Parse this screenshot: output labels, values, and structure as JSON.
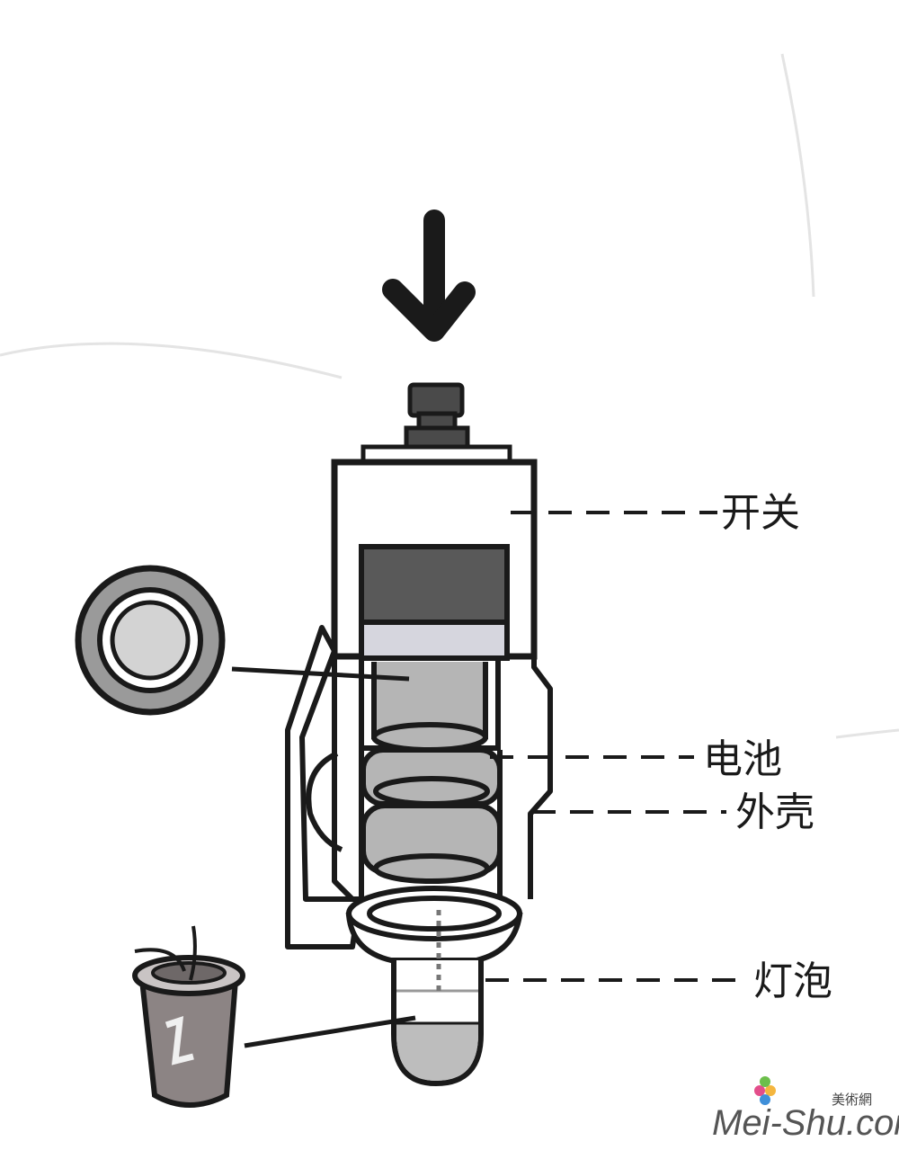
{
  "labels": {
    "switch": "开关",
    "battery": "电池",
    "shell": "外壳",
    "bulb": "灯泡"
  },
  "watermark": {
    "brand": "Mei-Shu.com",
    "chinese": "美術網"
  },
  "icons": [
    "down-arrow-icon",
    "flower-logo-icon"
  ],
  "colors": {
    "outline": "#1a1a1a",
    "switch_cap": "#4a4a4a",
    "battery_gray": "#b5b5b5",
    "top_block": "#595959",
    "light_band": "#d6d6de",
    "bulb_gray": "#bdbdbd"
  }
}
